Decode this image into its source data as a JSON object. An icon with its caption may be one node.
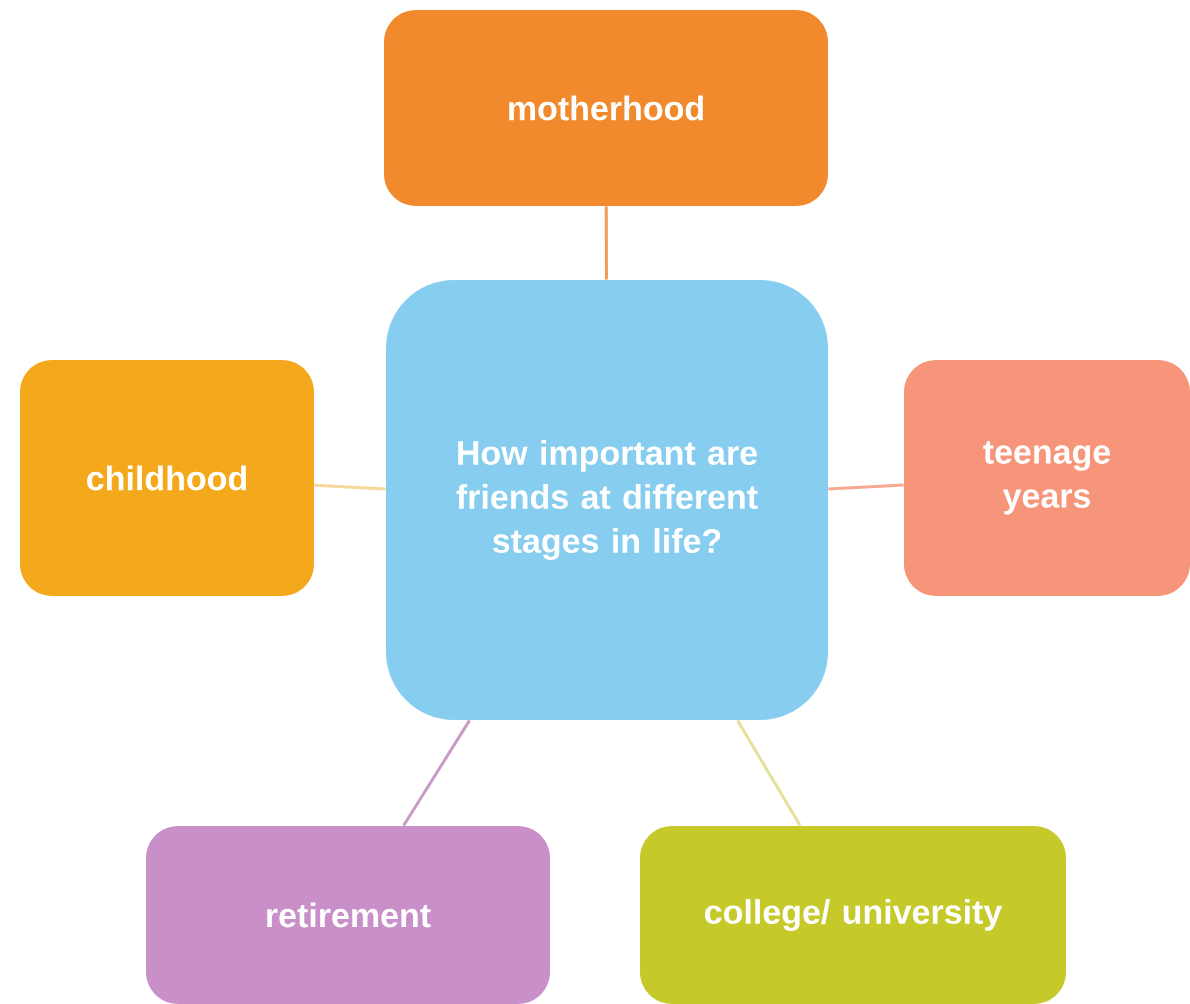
{
  "diagram": {
    "nodes": [
      {
        "text": [
          "motherhood"
        ]
      },
      {
        "text": [
          "childhood"
        ]
      },
      {
        "text": [
          "How important are friends at different stages in life?"
        ]
      },
      {
        "text": [
          "teenage years"
        ]
      },
      {
        "text": [
          "retirement"
        ]
      },
      {
        "text": [
          "college/ university"
        ]
      }
    ],
    "edges": [
      {
        "from": 2,
        "to": 0,
        "arrow": "none",
        "color": "#f29a5a"
      },
      {
        "from": 2,
        "to": 1,
        "arrow": "none",
        "color": "#f7d79a"
      },
      {
        "from": 2,
        "to": 3,
        "arrow": "none",
        "color": "#f7a990"
      },
      {
        "from": 2,
        "to": 4,
        "arrow": "none",
        "color": "#c79bc8"
      },
      {
        "from": 2,
        "to": 5,
        "arrow": "none",
        "color": "#e4e29a"
      }
    ]
  }
}
